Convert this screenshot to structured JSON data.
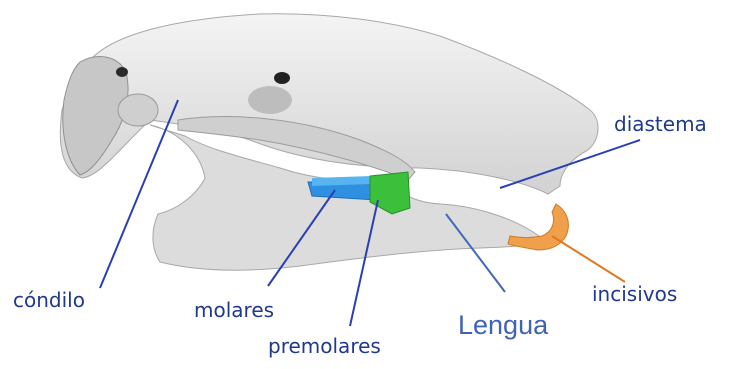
{
  "labels": {
    "condilo": "cóndilo",
    "molares": "molares",
    "premolares": "premolares",
    "lengua": "Lengua",
    "incisivos": "incisivos",
    "diastema": "diastema"
  },
  "colors": {
    "label_text": "#1f3a8a",
    "lengua_text": "#3f63b8",
    "pointer_line": "#2b3fb5",
    "lengua_line": "#3f6ab8",
    "incisivos_line": "#e0781e",
    "bone": "#e8e8e8",
    "bone_shadow": "#b9b9b9",
    "molars": "#2f8fe0",
    "premolars": "#3cbf3a",
    "incisors": "#f0a04a"
  },
  "icons": {
    "specimen": "rodent-skull-illustration"
  }
}
